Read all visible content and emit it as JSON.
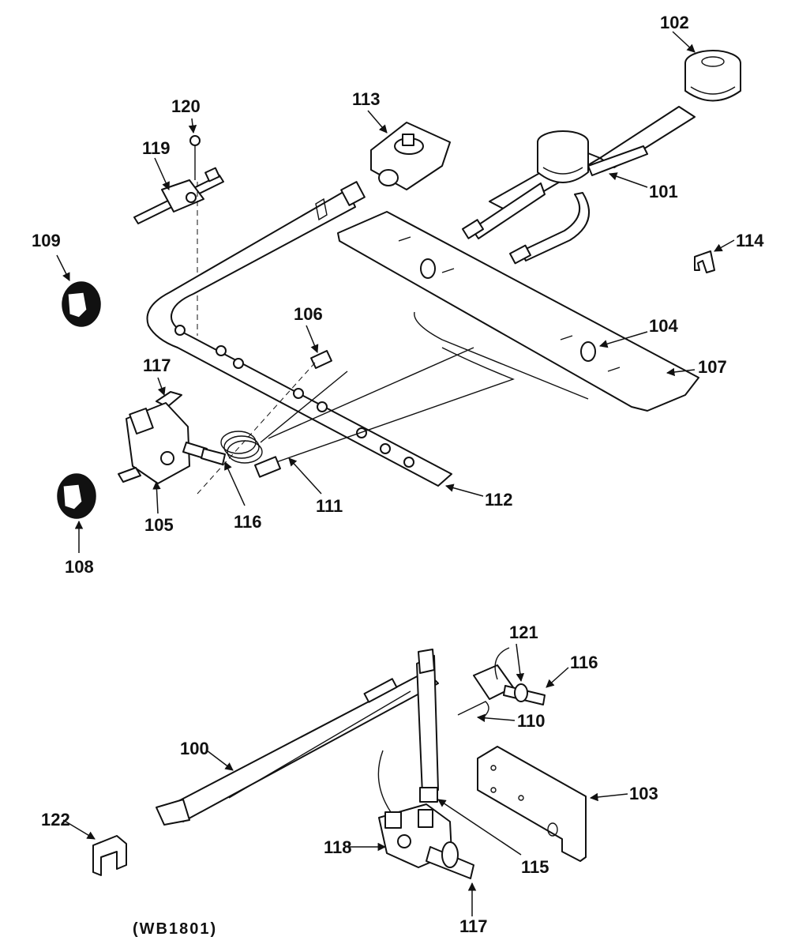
{
  "callouts": {
    "c100": "100",
    "c101": "101",
    "c102": "102",
    "c103": "103",
    "c104": "104",
    "c105": "105",
    "c106": "106",
    "c107": "107",
    "c108": "108",
    "c109": "109",
    "c110": "110",
    "c111": "111",
    "c112": "112",
    "c113": "113",
    "c114": "114",
    "c115": "115",
    "c116a": "116",
    "c116b": "116",
    "c117a": "117",
    "c117b": "117",
    "c118": "118",
    "c119": "119",
    "c120": "120",
    "c121": "121",
    "c122": "122"
  },
  "diagram_code": "(WB1801)"
}
